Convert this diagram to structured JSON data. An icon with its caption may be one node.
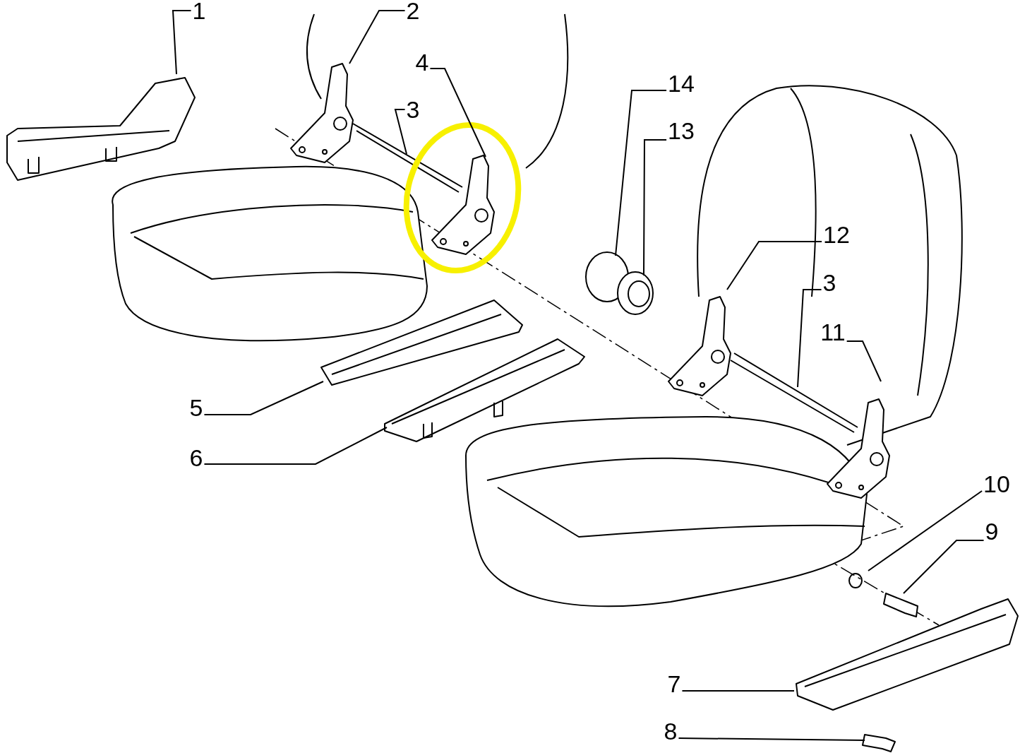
{
  "diagram": {
    "nodes": [
      {
        "text": [
          "1"
        ]
      },
      {
        "text": [
          "2"
        ]
      },
      {
        "text": [
          "3"
        ]
      },
      {
        "text": [
          "4"
        ]
      },
      {
        "text": [
          "14"
        ]
      },
      {
        "text": [
          "13"
        ]
      },
      {
        "text": [
          "12"
        ]
      },
      {
        "text": [
          "3"
        ]
      },
      {
        "text": [
          "11"
        ]
      },
      {
        "text": [
          "5"
        ]
      },
      {
        "text": [
          "6"
        ]
      },
      {
        "text": [
          "10"
        ]
      },
      {
        "text": [
          "9"
        ]
      },
      {
        "text": [
          "7"
        ]
      },
      {
        "text": [
          "8"
        ]
      },
      {
        "text": [],
        "shape": "picture"
      },
      {
        "text": [],
        "shape": "picture"
      }
    ],
    "edges": [
      {
        "from": 0,
        "to": null,
        "arrow": "none"
      },
      {
        "from": 1,
        "to": null,
        "arrow": "none"
      },
      {
        "from": 2,
        "to": 16,
        "arrow": "none"
      },
      {
        "from": 3,
        "to": 15,
        "arrow": "none"
      },
      {
        "from": 4,
        "to": null,
        "arrow": "none"
      },
      {
        "from": 5,
        "to": null,
        "arrow": "none"
      },
      {
        "from": 6,
        "to": null,
        "arrow": "none"
      },
      {
        "from": 7,
        "to": null,
        "arrow": "none"
      },
      {
        "from": 8,
        "to": null,
        "arrow": "none"
      },
      {
        "from": 9,
        "to": null,
        "arrow": "none"
      },
      {
        "from": 10,
        "to": null,
        "arrow": "none"
      },
      {
        "from": 11,
        "to": null,
        "arrow": "none"
      },
      {
        "from": 12,
        "to": null,
        "arrow": "none"
      },
      {
        "from": 13,
        "to": null,
        "arrow": "none"
      },
      {
        "from": 14,
        "to": null,
        "arrow": "none"
      }
    ]
  }
}
